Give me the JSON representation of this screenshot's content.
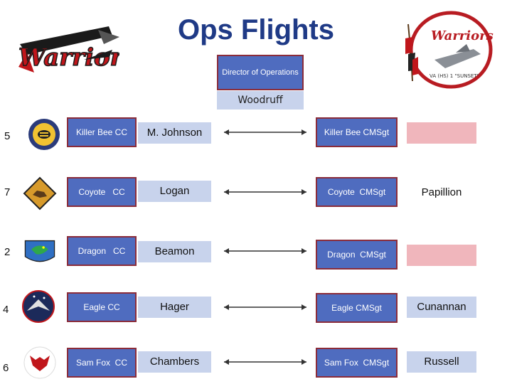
{
  "title": "Ops Flights",
  "director": {
    "label": "Director of Operations",
    "name": "Woodruff"
  },
  "logos": {
    "left_text": "Warriors",
    "right_text": "Warriors",
    "right_caption": "VA (HS) 1 \"SUNSET\""
  },
  "colors": {
    "box": "#4f6cbf",
    "border": "#8b2c3a",
    "light": "#c8d3ec",
    "pink": "#f0b6bc",
    "title": "#1f3a86"
  },
  "rows": [
    {
      "num": "5",
      "cc": "Killer Bee CC",
      "name": "M. Johnson",
      "cms": "Killer Bee CMSgt",
      "cms_name": "",
      "cms_bg": "#f0b6bc"
    },
    {
      "num": "7",
      "cc": "Coyote   CC",
      "name": "Logan",
      "cms": "Coyote  CMSgt",
      "cms_name": "Papillion",
      "cms_bg": "#ffffff"
    },
    {
      "num": "2",
      "cc": "Dragon   CC",
      "name": "Beamon",
      "cms": "Dragon  CMSgt",
      "cms_name": "",
      "cms_bg": "#f0b6bc"
    },
    {
      "num": "4",
      "cc": "Eagle CC",
      "name": "Hager",
      "cms": "Eagle CMSgt",
      "cms_name": "Cunannan",
      "cms_bg": "#c8d3ec"
    },
    {
      "num": "6",
      "cc": "Sam Fox  CC",
      "name": "Chambers",
      "cms": "Sam Fox  CMSgt",
      "cms_name": "Russell",
      "cms_bg": "#c8d3ec"
    }
  ]
}
